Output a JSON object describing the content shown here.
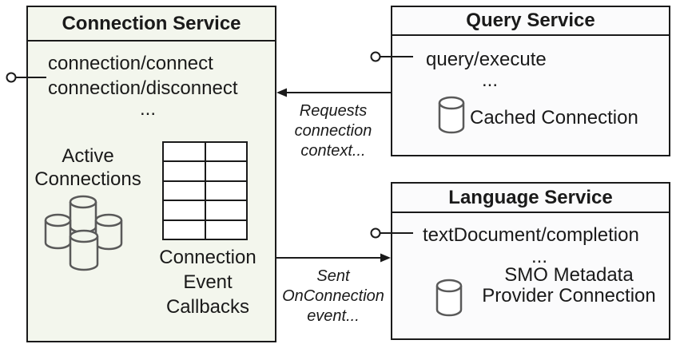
{
  "colors": {
    "connection_box_fill": "#f3f6ed",
    "service_box_fill": "#fbfbfc",
    "border": "#1a1a1a",
    "cylinder_stroke": "#595959",
    "text": "#1a1a1a"
  },
  "connection_service": {
    "title": "Connection Service",
    "methods": [
      "connection/connect",
      "connection/disconnect"
    ],
    "ellipsis": "...",
    "active_connections_lines": [
      "Active",
      "Connections"
    ],
    "callbacks_label_lines": [
      "Connection",
      "Event",
      "Callbacks"
    ],
    "table": {
      "rows": 5,
      "cols": 2
    }
  },
  "query_service": {
    "title": "Query Service",
    "method": "query/execute",
    "ellipsis": "...",
    "cached_connection_label": "Cached Connection"
  },
  "language_service": {
    "title": "Language Service",
    "method": "textDocument/completion",
    "ellipsis": "...",
    "smo_label_lines": [
      "SMO Metadata",
      "Provider Connection"
    ]
  },
  "arrows": {
    "request": {
      "label_lines": [
        "Requests",
        "connection",
        "context..."
      ]
    },
    "event": {
      "label_lines": [
        "Sent",
        "OnConnection",
        "event..."
      ]
    }
  }
}
